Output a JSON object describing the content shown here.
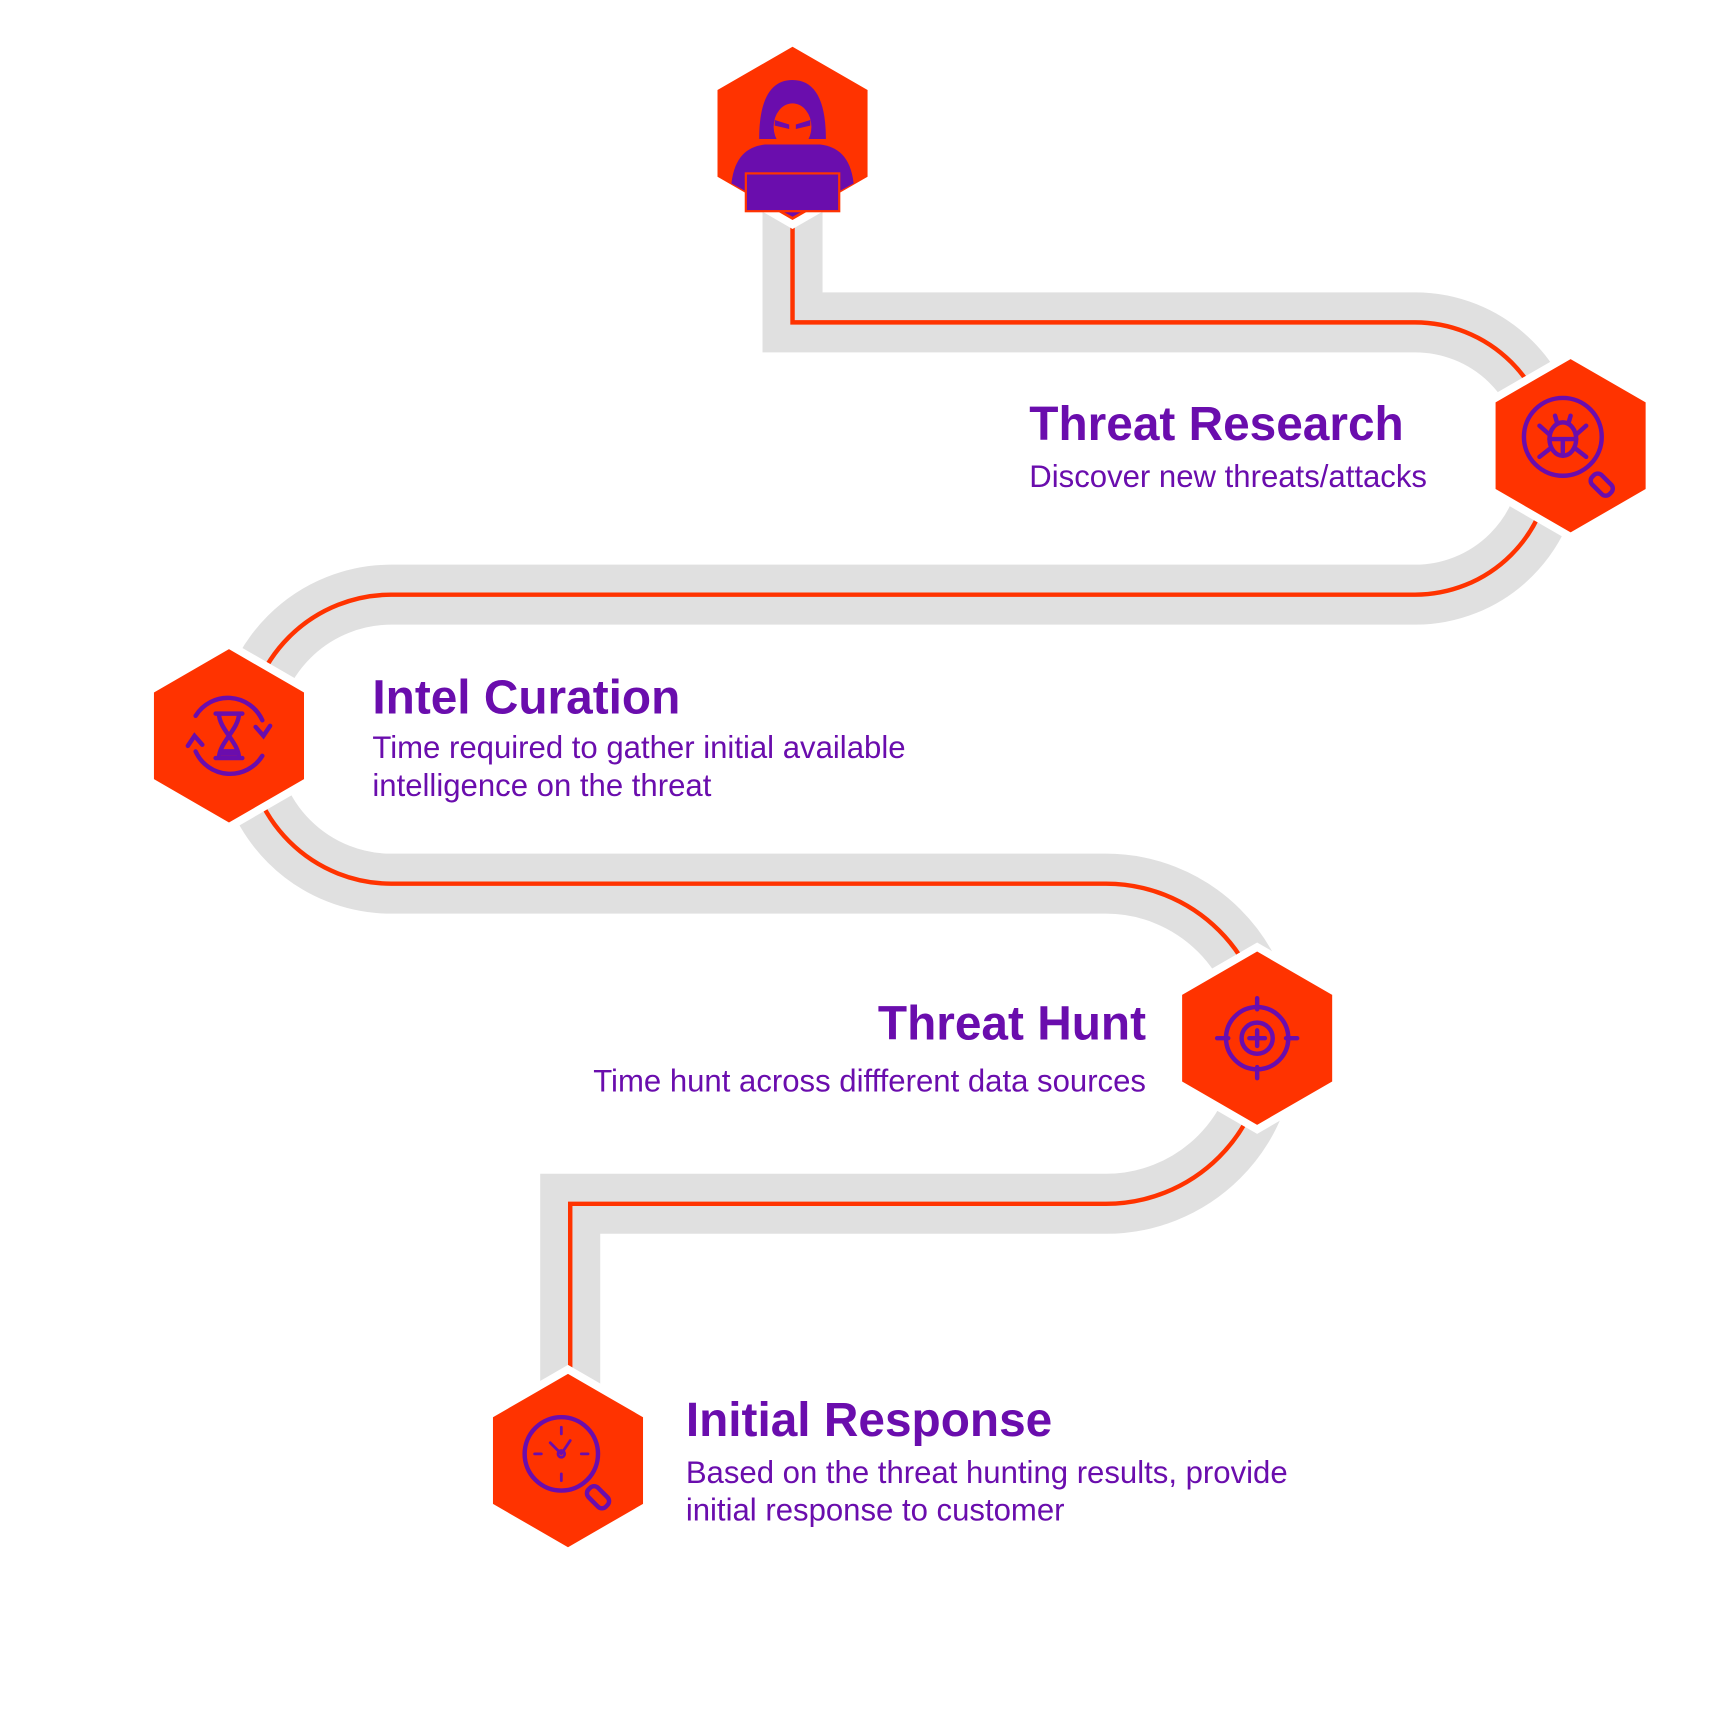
{
  "colors": {
    "accent": "#FF3300",
    "text": "#6A0DAD",
    "track": "#E0E0E0",
    "background": "#FFFFFF"
  },
  "start": {
    "icon": "hooded-hacker-icon"
  },
  "steps": [
    {
      "title": "Threat Research",
      "desc_lines": [
        "Discover new threats/attacks"
      ],
      "icon": "bug-magnifier-icon"
    },
    {
      "title": "Intel Curation",
      "desc_lines": [
        "Time required to gather initial available",
        "intelligence on the threat"
      ],
      "icon": "hourglass-cycle-icon"
    },
    {
      "title": "Threat Hunt",
      "desc_lines": [
        "Time hunt across diffferent data sources"
      ],
      "icon": "crosshair-target-icon"
    },
    {
      "title": "Initial Response",
      "desc_lines": [
        "Based on the threat hunting results, provide",
        "initial response to customer"
      ],
      "icon": "clock-magnifier-icon"
    }
  ]
}
